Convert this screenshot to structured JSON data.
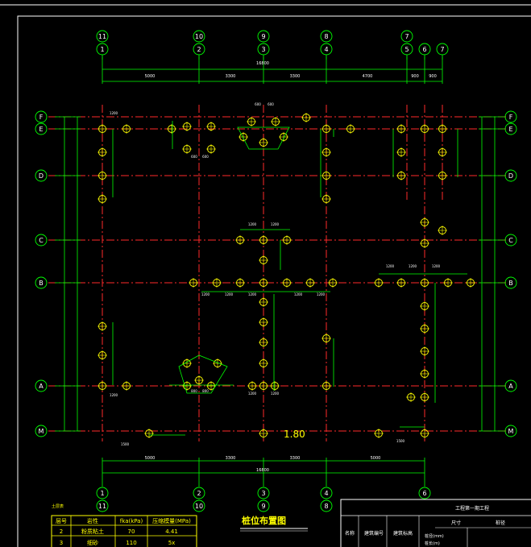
{
  "drawing": {
    "title": "桩位布置图",
    "center_value": "1.80"
  },
  "grid": {
    "top_axes": [
      {
        "upper": "11",
        "lower": "1"
      },
      {
        "upper": "10",
        "lower": "2"
      },
      {
        "upper": "9",
        "lower": "3"
      },
      {
        "upper": "8",
        "lower": "4"
      },
      {
        "upper": "7",
        "lower": "5"
      },
      {
        "upper": "",
        "lower": "6"
      },
      {
        "upper": "",
        "lower": "7"
      }
    ],
    "bottom_axes": [
      {
        "upper": "1",
        "lower": "11"
      },
      {
        "upper": "2",
        "lower": "10"
      },
      {
        "upper": "3",
        "lower": "9"
      },
      {
        "upper": "4",
        "lower": "8"
      },
      {
        "upper": "6",
        "lower": ""
      }
    ],
    "rows": [
      "F",
      "E",
      "D",
      "C",
      "B",
      "A",
      "M"
    ]
  },
  "dimensions": {
    "top_total": "16800",
    "top_segments": [
      "5000",
      "3300",
      "3300",
      "4700",
      "900",
      "900"
    ],
    "bottom_total": "16800",
    "bottom_segments": [
      "5000",
      "3300",
      "3300",
      "5000"
    ],
    "spacings": [
      "1200",
      "600",
      "800",
      "1500",
      "1200"
    ]
  },
  "soil_table": {
    "title": "土层表",
    "headers": [
      "层号",
      "岩性",
      "fka(kPa)",
      "压缩模量(MPa)"
    ],
    "rows": [
      [
        "2",
        "粉质粘土",
        "70",
        "4.41"
      ],
      [
        "3",
        "细砂",
        "110",
        "5x"
      ]
    ]
  },
  "title_block": {
    "project": "工程第一期工程",
    "labels": [
      "名称",
      "建筑编号",
      "建筑标高",
      "尺寸",
      "桩径"
    ],
    "subrow": [
      "桩径(mm)",
      "桩长(m)"
    ]
  }
}
